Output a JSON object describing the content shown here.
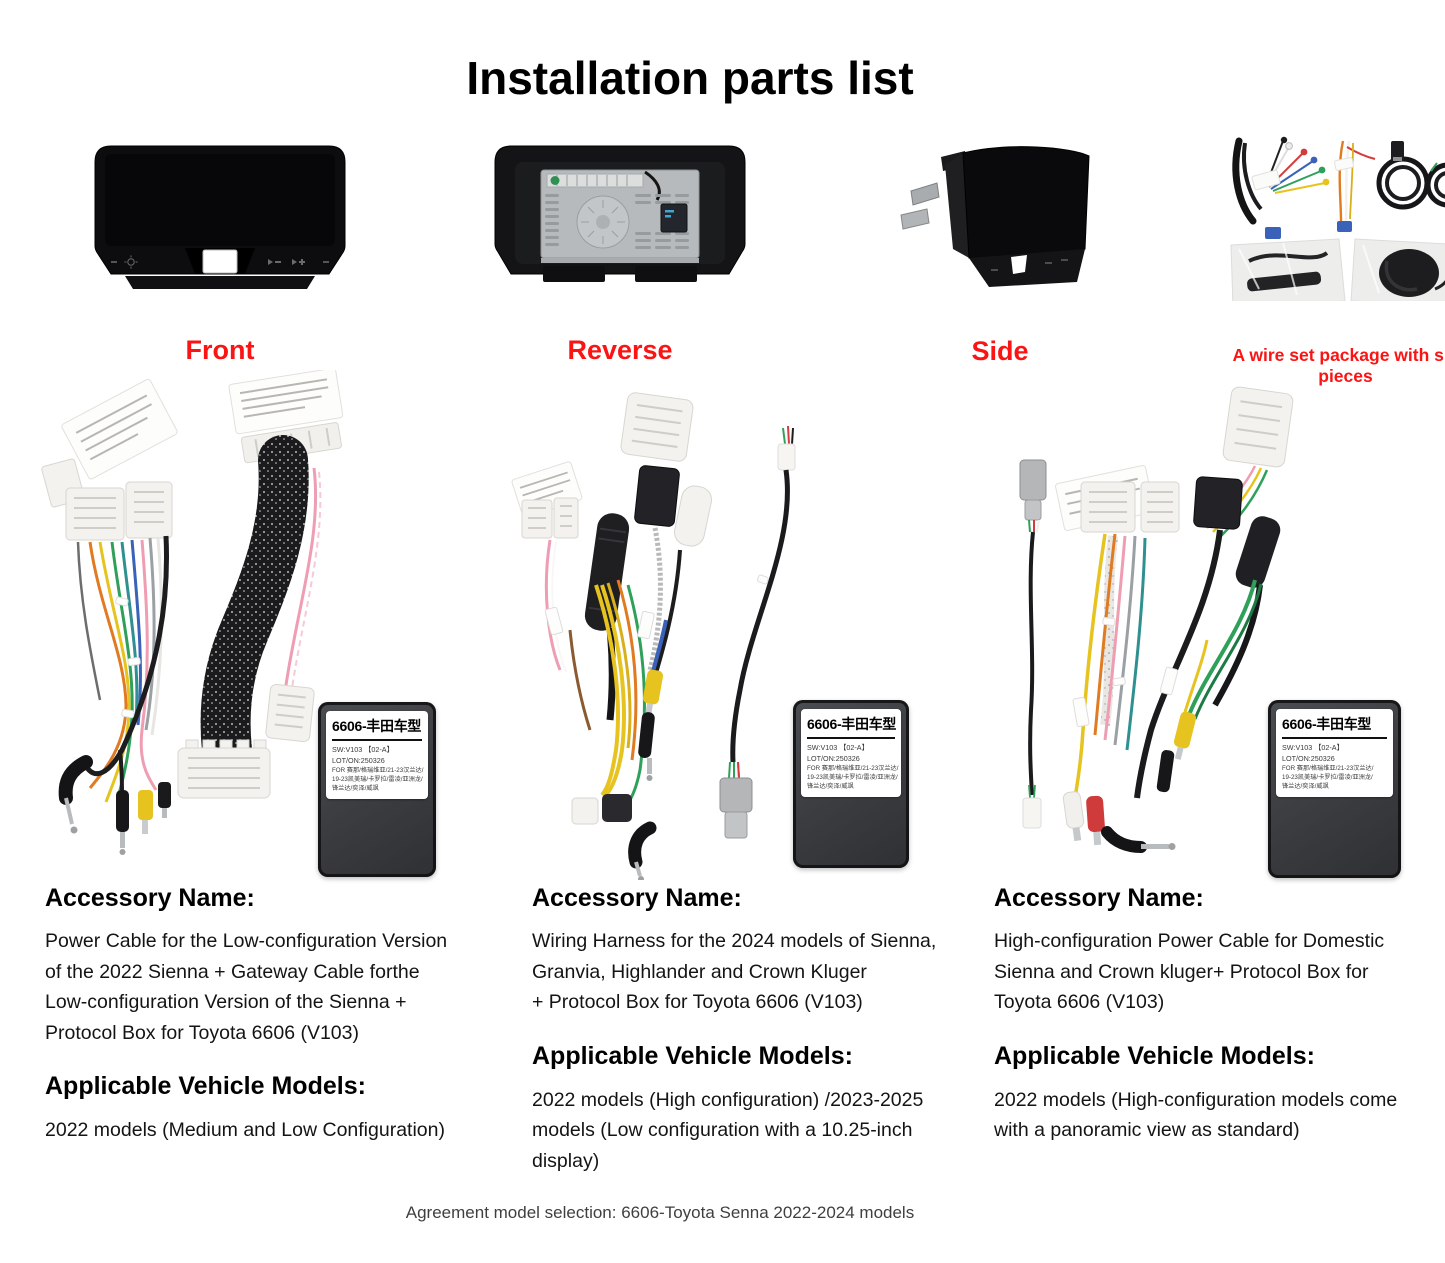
{
  "header": {
    "title": "Installation parts list"
  },
  "colors": {
    "caption_red": "#fa1414",
    "protocol_box_body": "#3a3c40"
  },
  "top_row": {
    "items": [
      {
        "caption": "Front"
      },
      {
        "caption": "Reverse"
      },
      {
        "caption": "Side"
      },
      {
        "caption": "A wire set package with six pieces"
      }
    ]
  },
  "protocol_box": {
    "title": "6606-丰田车型",
    "line1": "SW:V103 【02-A】",
    "line2": "LOT/ON:250326",
    "line3": "FOR 赛那/格瑞维亚/21-23汉兰达/",
    "line4": "19-23凯美瑞/卡罗拉/雷凌/亚洲龙/",
    "line5": "锋兰达/奕泽/威飒"
  },
  "columns": [
    {
      "accessory_heading": "Accessory Name:",
      "accessory_text": "Power Cable for the Low-configuration Version\nof the 2022 Sienna + Gateway Cable forthe\nLow-configuration Version of the Sienna +\nProtocol Box for Toyota 6606 (V103)",
      "models_heading": "Applicable Vehicle Models:",
      "models_text": "2022 models (Medium and Low Configuration)"
    },
    {
      "accessory_heading": "Accessory Name:",
      "accessory_text": "Wiring Harness for the 2024 models of Sienna,\nGranvia, Highlander and Crown Kluger\n+ Protocol Box for Toyota 6606 (V103)",
      "models_heading": "Applicable Vehicle Models:",
      "models_text": "2022 models (High configuration) /2023-2025\nmodels (Low configuration with a 10.25-inch\ndisplay)"
    },
    {
      "accessory_heading": "Accessory Name:",
      "accessory_text": "High-configuration Power Cable for Domestic\nSienna and Crown kluger+ Protocol Box for\nToyota 6606 (V103)",
      "models_heading": "Applicable Vehicle Models:",
      "models_text": "2022 models (High-configuration models come\nwith a panoramic view as standard)"
    }
  ],
  "footer": {
    "text": "Agreement model selection: 6606-Toyota Senna 2022-2024 models"
  }
}
